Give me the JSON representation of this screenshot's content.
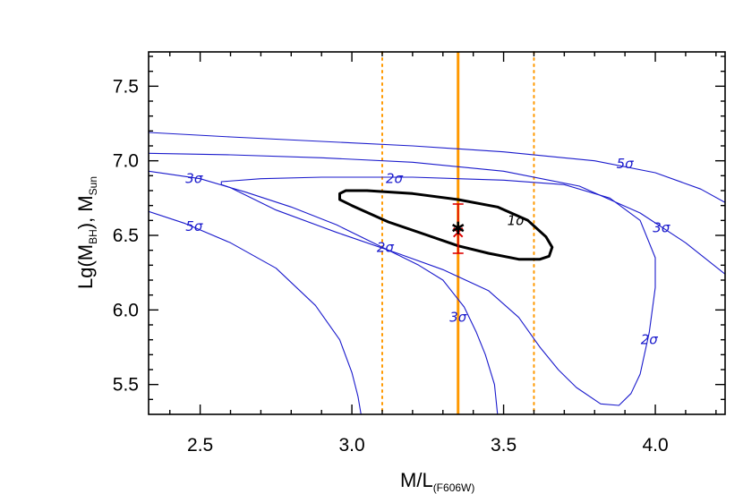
{
  "chart_data": {
    "type": "contour",
    "xlabel": {
      "main": "M/L",
      "sub": "(F606W)"
    },
    "ylabel": {
      "a": "Lg(M",
      "a_sub": "BH",
      "b": "), M",
      "b_sub": "Sun"
    },
    "xlim": [
      2.33,
      4.23
    ],
    "ylim": [
      5.3,
      7.73
    ],
    "x_ticks": [
      2.5,
      3.0,
      3.5,
      4.0
    ],
    "x_tick_labels": [
      "2.5",
      "3.0",
      "3.5",
      "4.0"
    ],
    "y_ticks": [
      5.5,
      6.0,
      6.5,
      7.0,
      7.5
    ],
    "y_tick_labels": [
      "5.5",
      "6.0",
      "6.5",
      "7.0",
      "7.5"
    ],
    "grid": false,
    "colors": {
      "contour_blue": "#1a1acc",
      "contour_1sigma": "#000000",
      "vline": "#ff9900",
      "errorbar": "#dd0000",
      "best_fit": "#000000"
    },
    "vertical_lines": [
      {
        "x": 3.35,
        "style": "solid"
      },
      {
        "x": 3.1,
        "style": "dotted"
      },
      {
        "x": 3.6,
        "style": "dotted"
      }
    ],
    "best_fit_marker": {
      "x": 3.35,
      "y": 6.55,
      "symbol": "asterisk"
    },
    "errorbar_point": {
      "x": 3.35,
      "y": 6.52,
      "ylow": 6.38,
      "yhigh": 6.71,
      "symbol": "x"
    },
    "contours": [
      {
        "level": "1σ",
        "color_key": "contour_1sigma",
        "closed": true,
        "points": [
          [
            2.96,
            6.78
          ],
          [
            2.98,
            6.8
          ],
          [
            3.05,
            6.8
          ],
          [
            3.2,
            6.78
          ],
          [
            3.35,
            6.74
          ],
          [
            3.48,
            6.69
          ],
          [
            3.58,
            6.6
          ],
          [
            3.64,
            6.49
          ],
          [
            3.66,
            6.42
          ],
          [
            3.65,
            6.36
          ],
          [
            3.62,
            6.34
          ],
          [
            3.55,
            6.34
          ],
          [
            3.45,
            6.38
          ],
          [
            3.35,
            6.43
          ],
          [
            3.25,
            6.5
          ],
          [
            3.12,
            6.59
          ],
          [
            3.0,
            6.7
          ],
          [
            2.96,
            6.74
          ]
        ],
        "labels": [
          {
            "x": 3.54,
            "y": 6.6,
            "text": "1σ"
          }
        ]
      },
      {
        "level": "2σ",
        "color_key": "contour_blue",
        "closed": false,
        "points": [
          [
            2.57,
            6.84
          ],
          [
            2.6,
            6.82
          ],
          [
            2.75,
            6.67
          ],
          [
            2.95,
            6.52
          ],
          [
            3.15,
            6.38
          ],
          [
            3.3,
            6.27
          ],
          [
            3.45,
            6.13
          ],
          [
            3.55,
            5.95
          ],
          [
            3.62,
            5.75
          ],
          [
            3.68,
            5.6
          ],
          [
            3.74,
            5.48
          ],
          [
            3.82,
            5.37
          ],
          [
            3.88,
            5.36
          ],
          [
            3.92,
            5.44
          ],
          [
            3.95,
            5.57
          ],
          [
            3.98,
            5.85
          ],
          [
            4.0,
            6.15
          ],
          [
            4.0,
            6.35
          ],
          [
            3.95,
            6.6
          ],
          [
            3.85,
            6.75
          ],
          [
            3.7,
            6.84
          ],
          [
            3.5,
            6.87
          ],
          [
            3.2,
            6.89
          ],
          [
            2.9,
            6.89
          ],
          [
            2.7,
            6.88
          ],
          [
            2.57,
            6.86
          ],
          [
            2.57,
            6.84
          ]
        ],
        "labels": [
          {
            "x": 3.14,
            "y": 6.88,
            "text": "2σ"
          },
          {
            "x": 3.11,
            "y": 6.42,
            "text": "2σ"
          },
          {
            "x": 3.98,
            "y": 5.8,
            "text": "2σ"
          }
        ]
      },
      {
        "level": "3σ",
        "color_key": "contour_blue",
        "closed": false,
        "points": [
          [
            2.33,
            6.93
          ],
          [
            2.4,
            6.91
          ],
          [
            2.5,
            6.88
          ],
          [
            2.65,
            6.79
          ],
          [
            2.8,
            6.69
          ],
          [
            2.95,
            6.57
          ],
          [
            3.1,
            6.42
          ],
          [
            3.22,
            6.3
          ],
          [
            3.3,
            6.2
          ],
          [
            3.37,
            6.02
          ],
          [
            3.41,
            5.85
          ],
          [
            3.44,
            5.7
          ],
          [
            3.47,
            5.5
          ],
          [
            3.48,
            5.3
          ]
        ],
        "labels": [
          {
            "x": 2.48,
            "y": 6.88,
            "text": "3σ"
          },
          {
            "x": 3.35,
            "y": 5.95,
            "text": "3σ"
          }
        ]
      },
      {
        "level": "3σ",
        "color_key": "contour_blue",
        "closed": false,
        "points": [
          [
            2.33,
            7.05
          ],
          [
            2.6,
            7.04
          ],
          [
            2.9,
            7.02
          ],
          [
            3.2,
            6.99
          ],
          [
            3.5,
            6.93
          ],
          [
            3.75,
            6.83
          ],
          [
            3.95,
            6.65
          ],
          [
            4.1,
            6.45
          ],
          [
            4.23,
            6.24
          ]
        ],
        "labels": [
          {
            "x": 4.02,
            "y": 6.55,
            "text": "3σ"
          }
        ]
      },
      {
        "level": "5σ",
        "color_key": "contour_blue",
        "closed": false,
        "points": [
          [
            2.33,
            6.66
          ],
          [
            2.45,
            6.58
          ],
          [
            2.6,
            6.45
          ],
          [
            2.75,
            6.28
          ],
          [
            2.88,
            6.03
          ],
          [
            2.96,
            5.8
          ],
          [
            3.0,
            5.58
          ],
          [
            3.02,
            5.42
          ],
          [
            3.03,
            5.3
          ]
        ],
        "labels": [
          {
            "x": 2.48,
            "y": 6.56,
            "text": "5σ"
          }
        ]
      },
      {
        "level": "5σ",
        "color_key": "contour_blue",
        "closed": false,
        "points": [
          [
            2.33,
            7.19
          ],
          [
            2.6,
            7.16
          ],
          [
            2.9,
            7.13
          ],
          [
            3.2,
            7.1
          ],
          [
            3.5,
            7.06
          ],
          [
            3.8,
            7.0
          ],
          [
            4.0,
            6.92
          ],
          [
            4.15,
            6.81
          ],
          [
            4.23,
            6.72
          ]
        ],
        "labels": [
          {
            "x": 3.9,
            "y": 6.98,
            "text": "5σ"
          }
        ]
      }
    ]
  }
}
